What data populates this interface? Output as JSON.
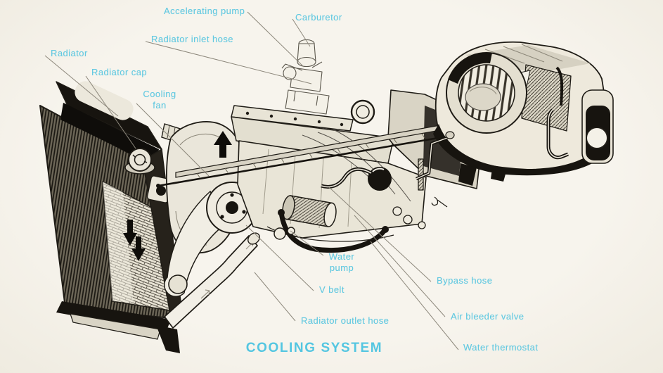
{
  "title": "COOLING SYSTEM",
  "labels": {
    "accelerating_pump": "Accelerating pump",
    "carburetor": "Carburetor",
    "radiator_inlet_hose": "Radiator inlet hose",
    "radiator": "Radiator",
    "radiator_cap": "Radiator cap",
    "cooling_fan": "Cooling fan",
    "water_pump": "Water pump",
    "v_belt": "V belt",
    "radiator_outlet_hose": "Radiator outlet hose",
    "bypass_hose": "Bypass hose",
    "air_bleeder_valve": "Air bleeder valve",
    "water_thermostat": "Water thermostat"
  },
  "colors": {
    "background": "#f5f2ea",
    "label_text": "#63c9e1",
    "title_text": "#54c6e1",
    "ink": "#1f1c16",
    "leader_line": "#8d887c"
  }
}
